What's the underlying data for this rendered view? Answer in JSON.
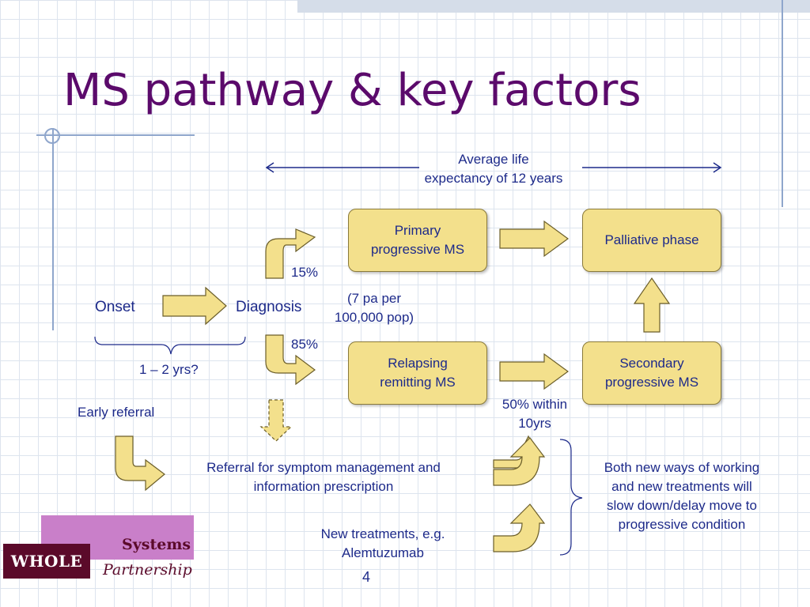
{
  "title": "MS pathway & key factors",
  "life_expectancy": {
    "line1": "Average life",
    "line2": "expectancy of 12 years"
  },
  "boxes": {
    "primary": {
      "line1": "Primary",
      "line2": "progressive MS"
    },
    "palliative": {
      "line1": "Palliative phase"
    },
    "relapsing": {
      "line1": "Relapsing",
      "line2": "remitting MS"
    },
    "secondary": {
      "line1": "Secondary",
      "line2": "progressive MS"
    }
  },
  "labels": {
    "onset": "Onset",
    "diagnosis": "Diagnosis",
    "pct15": "15%",
    "pct85": "85%",
    "incidence_line1": "(7 pa per",
    "incidence_line2": "100,000 pop)",
    "onset_duration": "1 – 2 yrs?",
    "early_referral": "Early referral",
    "referral_line1": "Referral for symptom management and",
    "referral_line2": "information prescription",
    "fifty_line1": "50% within",
    "fifty_line2": "10yrs",
    "new_treat_line1": "New treatments, e.g.",
    "new_treat_line2": "Alemtuzumab",
    "both_line1": "Both new ways of working",
    "both_line2": "and new treatments will",
    "both_line3": "slow down/delay move to",
    "both_line4": "progressive condition"
  },
  "logo": {
    "whole": "WHOLE",
    "systems": "Systems",
    "partnership": "Partnership"
  },
  "page_number": "4",
  "colors": {
    "title": "#5b0a6b",
    "text": "#1d2a8a",
    "box_fill": "#f3e08c",
    "arrow_fill": "#f3e08c",
    "logo_pink": "#c97fc9",
    "logo_dark": "#5b0a2a"
  }
}
